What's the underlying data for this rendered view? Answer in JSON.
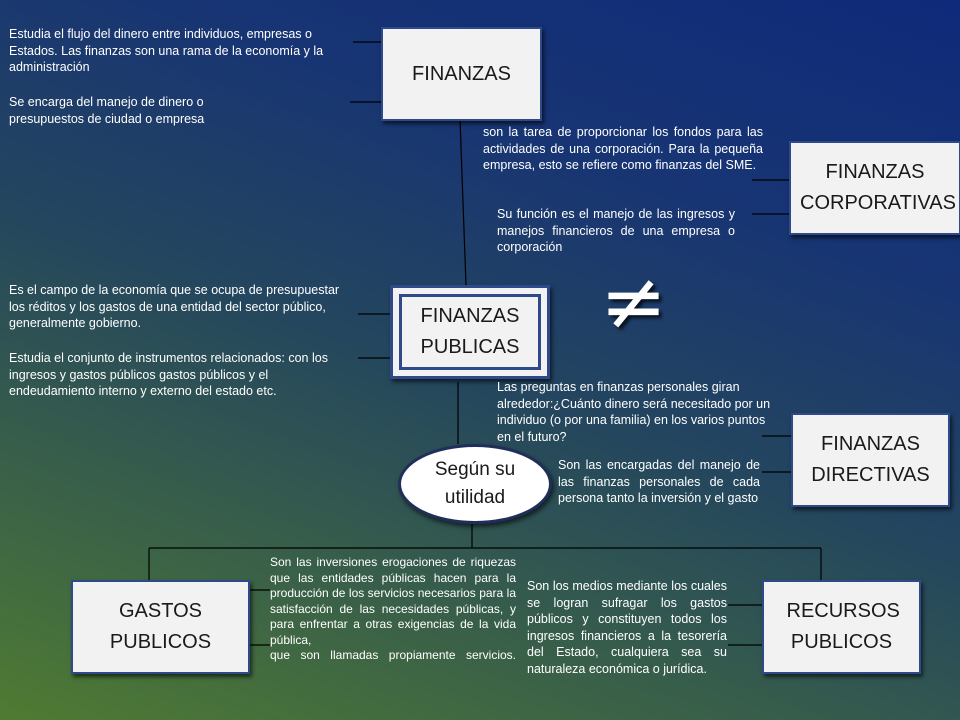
{
  "nodes": {
    "finanzas": "FINANZAS",
    "corporativas": "FINANZAS CORPORATIVAS",
    "publicas": "FINANZAS PUBLICAS",
    "directivas": "FINANZAS DIRECTIVAS",
    "utilidad": "Según su utilidad",
    "gastos": "GASTOS PUBLICOS",
    "recursos": "RECURSOS PUBLICOS"
  },
  "symbol": "≠",
  "notes": {
    "finanzas_1": "Estudia el flujo del dinero entre individuos, empresas o Estados. Las finanzas son una rama de la economía y la  administración",
    "finanzas_2": "Se encarga del manejo de dinero o presupuestos de ciudad o empresa",
    "corporativas_1": "son la tarea de proporcionar los fondos para las actividades de una corporación. Para la pequeña empresa, esto se refiere como finanzas del SME.",
    "corporativas_2": "Su función es el manejo de las ingresos y manejos financieros de una empresa o corporación",
    "publicas_1": "Es  el campo de la economía que se ocupa de presupuestar los réditos y los gastos de una entidad del sector público, generalmente gobierno.",
    "publicas_2": "Estudia el conjunto de instrumentos relacionados: con los ingresos   y gastos  públicos gastos públicos y el endeudamiento interno y externo del estado etc.",
    "directivas_1": "Las preguntas en finanzas personales giran alrededor:¿Cuánto dinero será necesitado por un individuo (o por una familia) en los varios puntos en el futuro?",
    "directivas_2": "Son las encargadas del manejo de las finanzas personales de cada persona tanto la inversión y el gasto",
    "gastos": "Son las inversiones erogaciones de riquezas que las entidades públicas hacen para la producción de los servicios necesarios para la satisfacción de las necesidades públicas, y para enfrentar a otras exigencias de la vida pública,",
    "gastos_b": "que son llamadas propiamente servicios.",
    "recursos": "Son los medios mediante los cuales se logran sufragar los gastos públicos y constituyen todos los ingresos financieros a la tesorería del Estado, cualquiera sea su naturaleza económica o jurídica."
  }
}
